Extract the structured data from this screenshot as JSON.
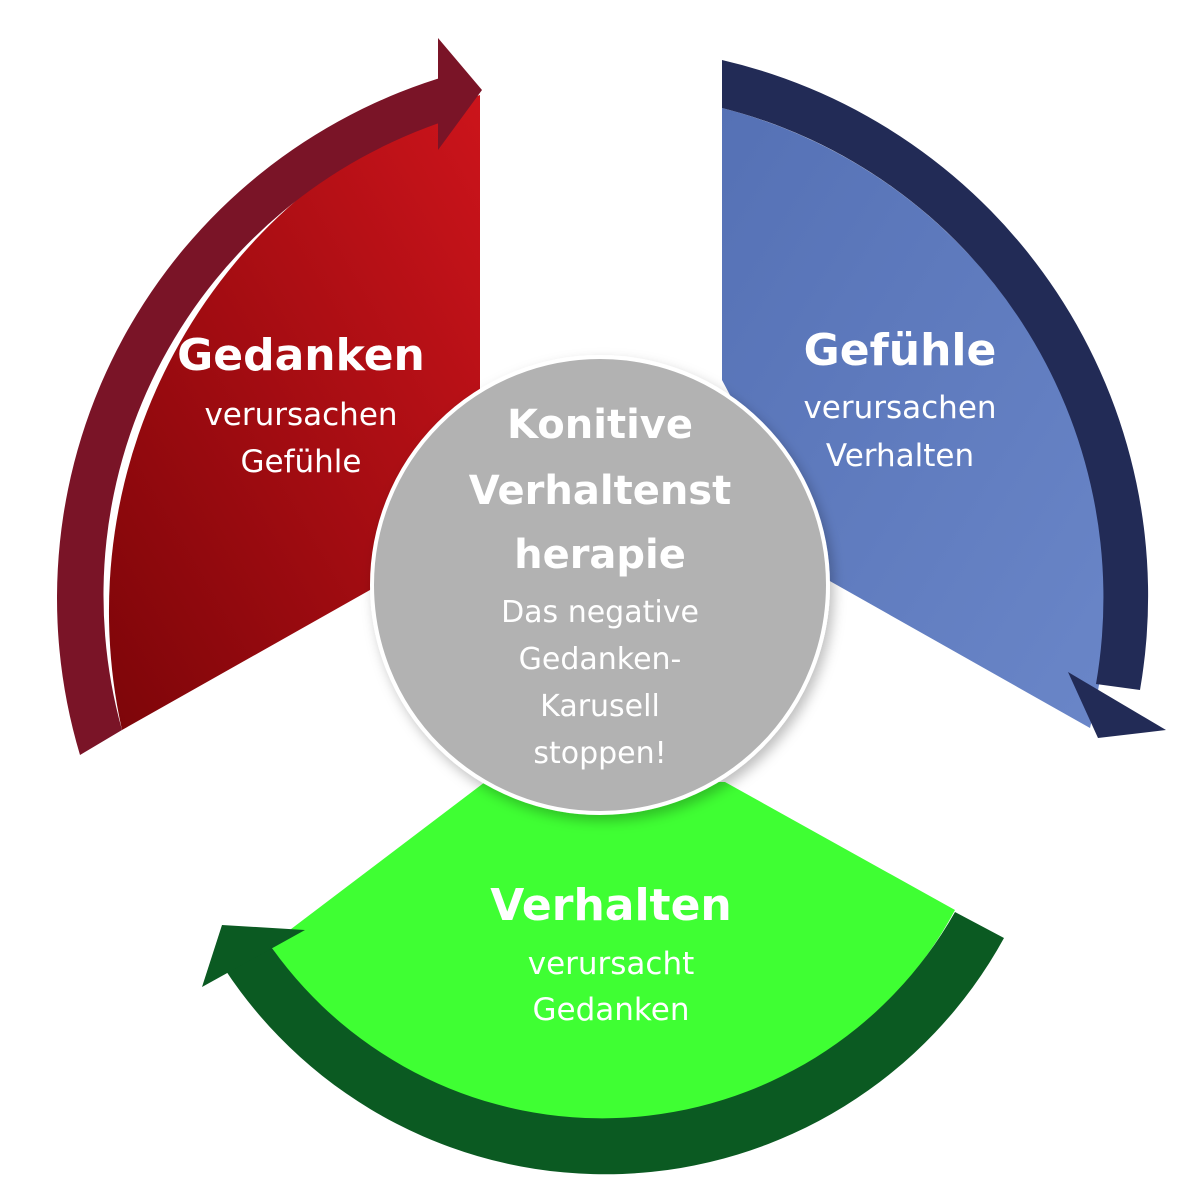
{
  "segments": {
    "thoughts": {
      "title": "Gedanken",
      "line1": "verursachen",
      "line2": "Gefühle"
    },
    "feelings": {
      "title": "Gefühle",
      "line1": "verursachen",
      "line2": "Verhalten"
    },
    "behavior": {
      "title": "Verhalten",
      "line1": "verursacht",
      "line2": "Gedanken"
    }
  },
  "center": {
    "title_line1": "Konitive",
    "title_line2": "Verhaltenst",
    "title_line3": "herapie",
    "sub_line1": "Das negative",
    "sub_line2": "Gedanken-",
    "sub_line3": "Karusell",
    "sub_line4": "stoppen!"
  },
  "colors": {
    "thoughts_fill": "#b30d15",
    "thoughts_arrow": "#7a1427",
    "feelings_fill": "#5f7cbd",
    "feelings_arrow": "#222b56",
    "behavior_fill": "#3fff33",
    "behavior_arrow": "#0b5a22",
    "center_fill": "#b2b2b2",
    "background": "#ffffff"
  }
}
